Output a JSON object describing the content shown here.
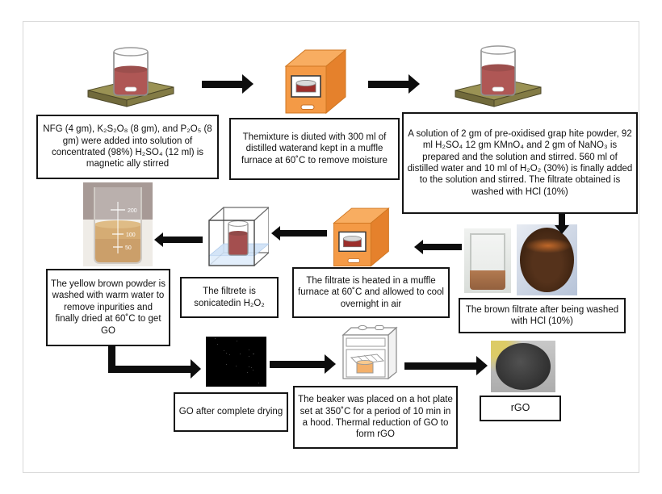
{
  "diagram": {
    "steps": [
      {
        "id": "mix-precursors",
        "text": "NFG (4 gm), K₂S₂O₈ (8 gm), and P₂O₅ (8 gm) were added into solution of concentrated (98%) H₂SO₄ (12 ml) is magnetic ally stirred"
      },
      {
        "id": "dilute-dry",
        "text": "Themixture is diuted with 300 ml of distilled waterand kept in a muffle furnace at 60˚C to remove moisture"
      },
      {
        "id": "oxidise",
        "text": "A solution of 2 gm of pre-oxidised grap hite powder, 92 ml H₂SO₄ 12 gm KMnO₄ and 2 gm of NaNO₃ is prepared and the solution and stirred. 560 ml of distilled water and 10 ml of H₂O₂ (30%) is finally added to the solution and stirred. The filtrate obtained is washed with HCl (10%)"
      },
      {
        "id": "wash-dry-go",
        "text": "The yellow brown powder is washed with warm water to remove inpurities and finally dried at 60˚C to get GO"
      },
      {
        "id": "sonicate",
        "text": "The filtrete is sonicatedin H₂O₂"
      },
      {
        "id": "heat-cool",
        "text": "The filtrate is heated in a muffle furnace at 60˚C and allowed to cool overnight in air"
      },
      {
        "id": "brown-filtrate",
        "text": "The brown filtrate after being washed with HCl (10%)"
      },
      {
        "id": "go-dry",
        "text": "GO after complete drying"
      },
      {
        "id": "thermal-reduction",
        "text": "The beaker was placed on a hot plate set at 350˚C for a period of 10 min in a hood. Thermal reduction of GO to form rGO"
      },
      {
        "id": "rgo",
        "text": "rGO"
      }
    ],
    "beaker_graduations": [
      "200",
      "100",
      "50"
    ],
    "pictograms": [
      "magnetic-stirrer-with-red-beaker",
      "orange-muffle-furnace",
      "magnetic-stirrer-with-red-beaker",
      "yellow-brown-beaker-photo",
      "sonicator-bath-cube",
      "orange-muffle-furnace",
      "brown-filtrate-beaker-photo",
      "dark-brown-filtrate-dish-photo",
      "go-black-powder-photo",
      "hot-plate-line-drawing",
      "rgo-disc-photo"
    ],
    "colors": {
      "furnace_orange": "#f49a46",
      "furnace_orange_dark": "#e5812c",
      "platform_olive": "#9a9254",
      "liquid_red": "#9e3330",
      "sonicator_water_blue": "#cfe2f7",
      "photo_liquid_tan": "#c9954d",
      "arrow_black": "#0d0d0d",
      "box_border": "#141414"
    }
  }
}
